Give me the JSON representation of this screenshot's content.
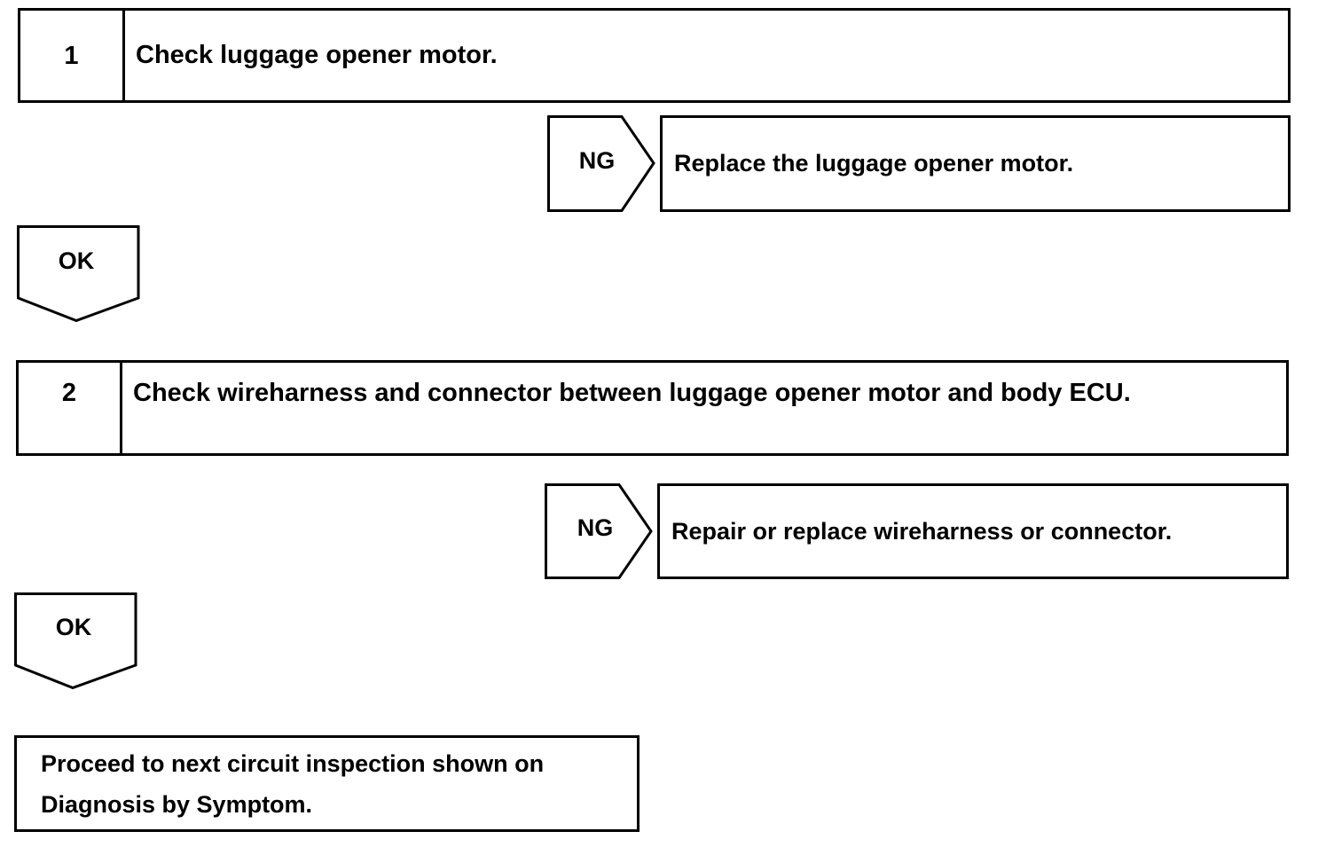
{
  "steps": [
    {
      "number": "1",
      "text": "Check luggage opener motor."
    },
    {
      "number": "2",
      "text": "Check wireharness and connector between luggage opener motor and body ECU."
    }
  ],
  "ng_branches": [
    {
      "label": "NG",
      "result": "Replace the luggage opener motor."
    },
    {
      "label": "NG",
      "result": "Repair or replace wireharness or connector."
    }
  ],
  "ok_labels": [
    "OK",
    "OK"
  ],
  "final": {
    "text": "Proceed to next circuit inspection shown on Diagnosis by Symptom."
  }
}
